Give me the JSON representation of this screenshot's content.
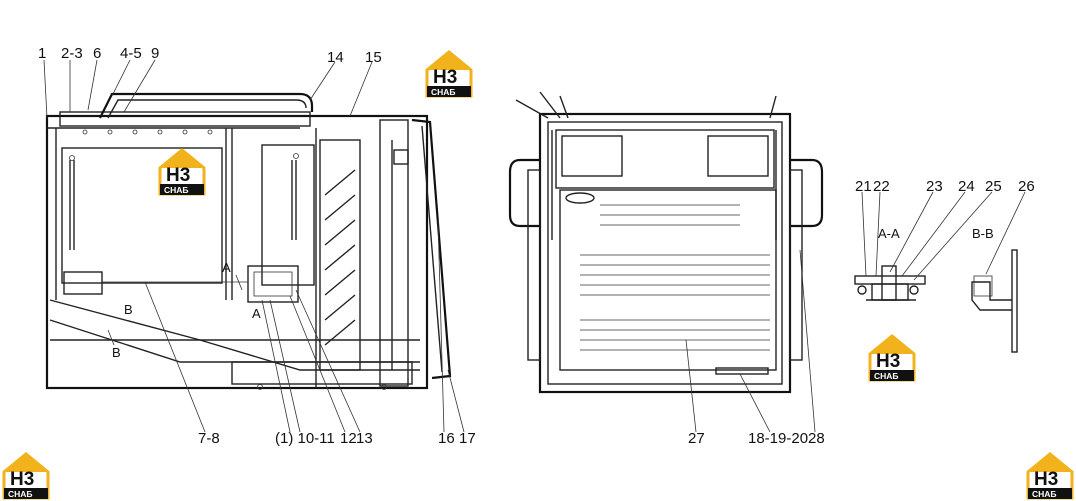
{
  "part_labels": [
    "1",
    "2-3",
    "6",
    "4-5",
    "9",
    "14",
    "15",
    "7-8",
    "(1) 10-11",
    "12",
    "13",
    "16",
    "17",
    "21",
    "22",
    "23",
    "24",
    "25",
    "26",
    "27",
    "18-19-20",
    "28"
  ],
  "section_labels": {
    "a_a": "A-A",
    "b_b": "B-B",
    "a_top": "A",
    "a_bottom": "A",
    "b_top": "B",
    "b_bottom": "B"
  },
  "logo": {
    "letters": "H3",
    "caption": "СНАБ",
    "accent_color": "#f2b21b"
  },
  "colors": {
    "line": "#222222",
    "background": "#ffffff"
  }
}
